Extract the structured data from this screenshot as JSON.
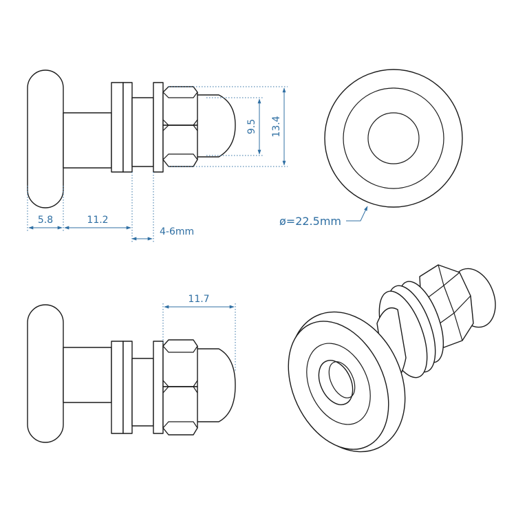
{
  "dimensions": {
    "wheel_width": "5.8",
    "shaft_length": "11.2",
    "panel_thickness": "4-6mm",
    "nut_height": "9.5",
    "washer_height": "13.4",
    "diameter": "ø=22.5mm",
    "bolt_length": "11.7"
  },
  "colors": {
    "dimension": "#2f6fa3",
    "outline": "#1a1a1a",
    "background": "#ffffff"
  }
}
